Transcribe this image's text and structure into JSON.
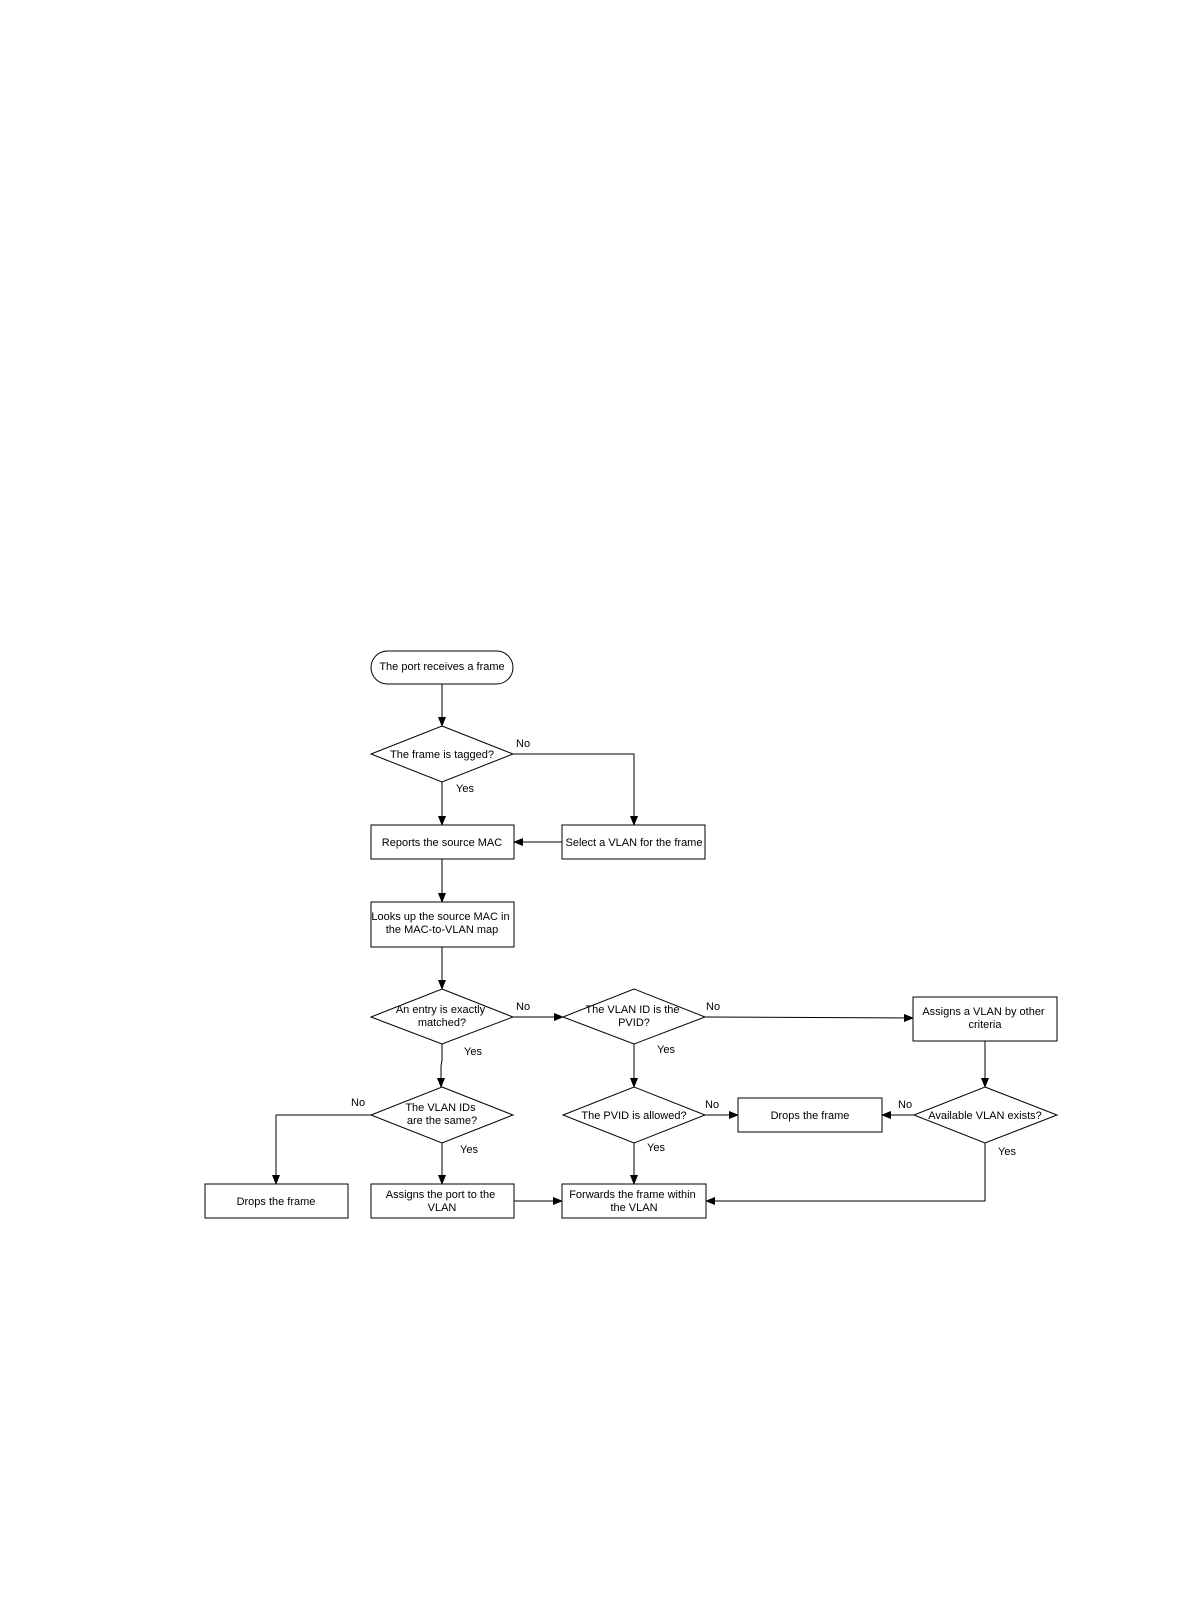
{
  "nodes": {
    "start": {
      "lines": [
        "The port receives a frame"
      ]
    },
    "is_tagged": {
      "lines": [
        "The frame is tagged?"
      ]
    },
    "report_mac": {
      "lines": [
        "Reports the source MAC"
      ]
    },
    "select_vlan": {
      "lines": [
        "Select a VLAN for the frame"
      ]
    },
    "lookup_mac": {
      "lines": [
        "Looks up the source MAC in",
        "the MAC-to-VLAN map"
      ]
    },
    "entry_matched": {
      "lines": [
        "An entry is exactly",
        "matched?"
      ]
    },
    "vlan_is_pvid": {
      "lines": [
        "The VLAN ID is the",
        "PVID?"
      ]
    },
    "assign_other": {
      "lines": [
        "Assigns a VLAN by other",
        "criteria"
      ]
    },
    "vlan_ids_same": {
      "lines": [
        "The VLAN IDs",
        "are the same?"
      ]
    },
    "pvid_allowed": {
      "lines": [
        "The PVID is allowed?"
      ]
    },
    "drops_mid": {
      "lines": [
        "Drops the frame"
      ]
    },
    "available_vlan": {
      "lines": [
        "Available VLAN exists?"
      ]
    },
    "drops_left": {
      "lines": [
        "Drops the frame"
      ]
    },
    "assign_port": {
      "lines": [
        "Assigns the port to the",
        "VLAN"
      ]
    },
    "forward": {
      "lines": [
        "Forwards the frame within",
        "the VLAN"
      ]
    }
  },
  "edge_labels": {
    "tagged_no": "No",
    "tagged_yes": "Yes",
    "matched_no": "No",
    "matched_yes": "Yes",
    "pvid_no": "No",
    "pvid_yes": "Yes",
    "same_no": "No",
    "same_yes": "Yes",
    "allowed_no": "No",
    "allowed_yes": "Yes",
    "available_no": "No",
    "available_yes": "Yes"
  }
}
